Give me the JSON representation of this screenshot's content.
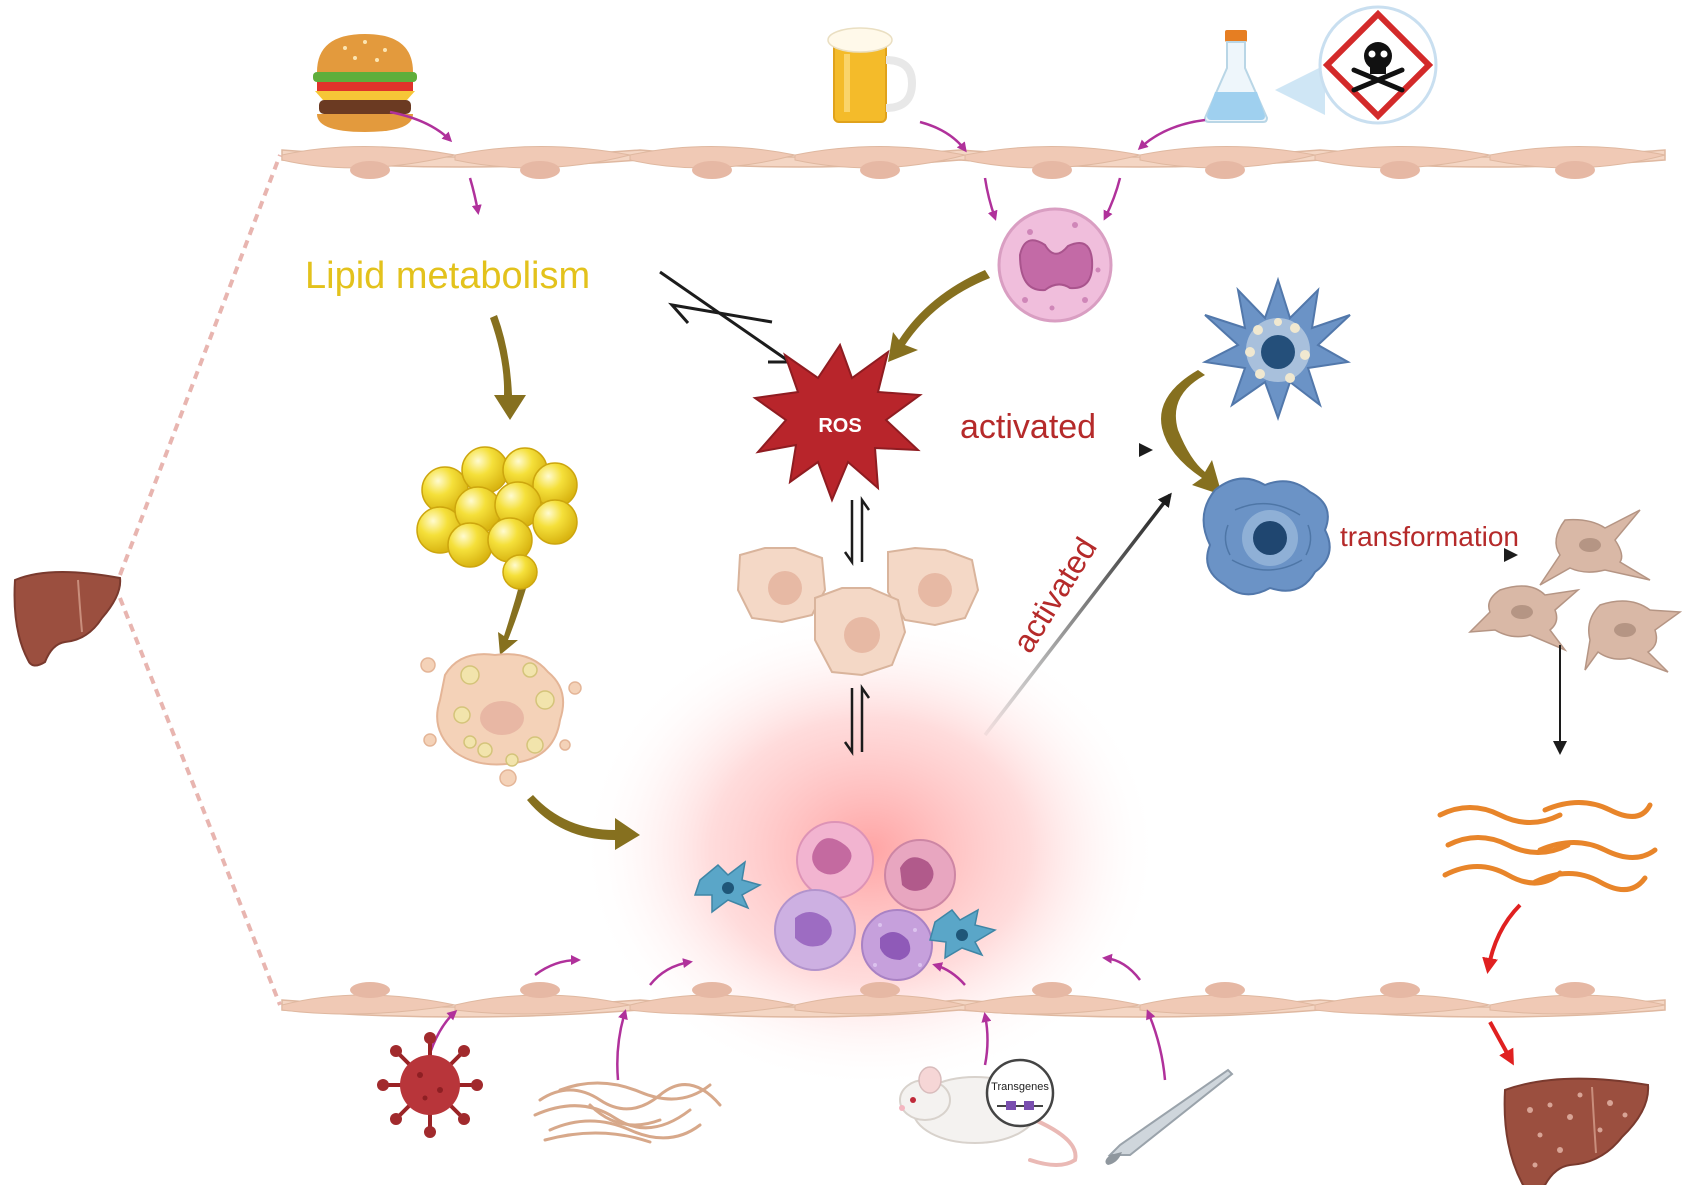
{
  "labels": {
    "lipid_metabolism": "Lipid metabolism",
    "ros": "ROS",
    "activated_right": "activated",
    "activated_diagonal": "activated",
    "transformation": "transformation",
    "transgenes": "Transgenes"
  },
  "colors": {
    "lipid_text": "#e3c21c",
    "red_text": "#b52a2a",
    "ros_fill": "#b8252b",
    "magenta_arrow": "#b0319b",
    "olive_arrow": "#86701f",
    "membrane": "#f4d6c4",
    "membrane_edge": "#dfb8a0",
    "dashed": "#e8b5b0",
    "fat": "#f1dc2c",
    "macrophage": "#6b93c6",
    "collagen": "#e8852a",
    "liver": "#9b4f3f"
  },
  "icons": [
    "liver-icon",
    "burger-icon",
    "beer-icon",
    "flask-icon",
    "toxic-hazard-icon",
    "neutrophil-icon",
    "fat-droplets-icon",
    "damaged-hepatocyte-icon",
    "ros-burst-icon",
    "hepatocyte-cluster-icon",
    "kupffer-cell-icon",
    "stellate-cell-icon",
    "myofibroblast-icon",
    "collagen-fibers-icon",
    "inflammation-cells-icon",
    "virus-icon",
    "parasite-worms-icon",
    "mouse-icon",
    "scalpel-icon",
    "fibrotic-liver-icon"
  ]
}
